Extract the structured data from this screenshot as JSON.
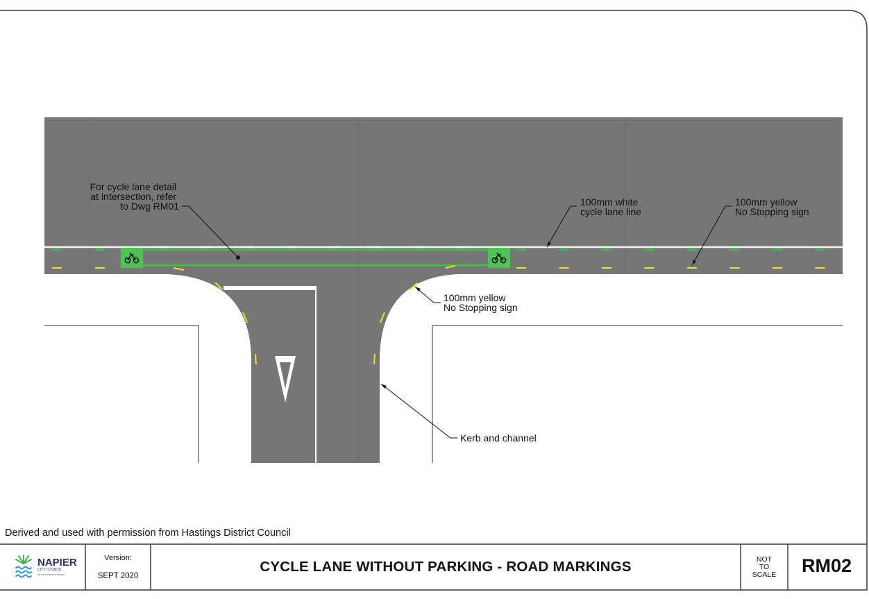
{
  "drawing": {
    "credit": "Derived and used with permission from Hastings District Council",
    "annotations": {
      "cycle_detail": [
        "For cycle lane detail",
        "at intersection, refer",
        "to Dwg RM01"
      ],
      "white_line": [
        "100mm white",
        "cycle lane line"
      ],
      "yellow_top": [
        "100mm yellow",
        "No Stopping sign"
      ],
      "yellow_corner": [
        "100mm yellow",
        "No Stopping sign"
      ],
      "kerb": [
        "Kerb and channel"
      ]
    },
    "colors": {
      "road": "#767676",
      "cycle_green": "#39c43d",
      "cycle_box": "#4cc552",
      "no_stopping_yellow": "#f2e21b",
      "line_white": "#ffffff",
      "border": "#3a3a3a"
    },
    "icons": [
      "bicycle-symbol-icon",
      "give-way-triangle-icon"
    ]
  },
  "title_block": {
    "logo_name": "NAPIER",
    "logo_sub": "CITY COUNCIL",
    "logo_tagline": "Te Kaunihera o Ahuriri",
    "version_label": "Version:",
    "version_value": "SEPT 2020",
    "title": "CYCLE LANE WITHOUT PARKING - ROAD MARKINGS",
    "scale_line1": "NOT",
    "scale_line2": "TO",
    "scale_line3": "SCALE",
    "drawing_number": "RM02"
  }
}
